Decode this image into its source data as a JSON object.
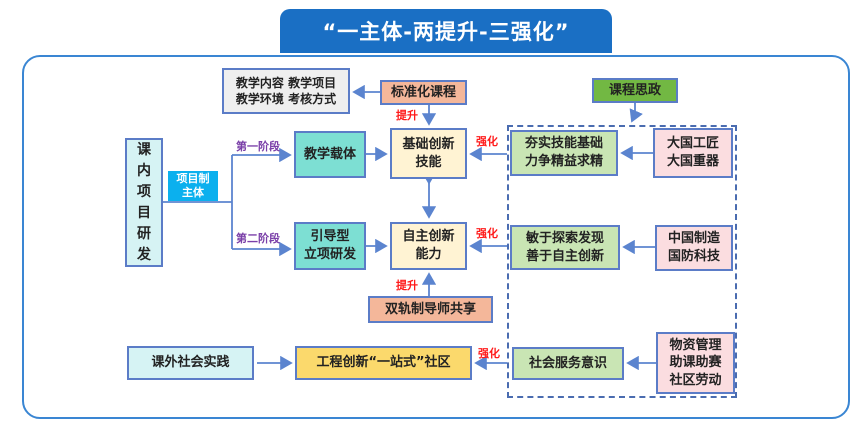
{
  "title": "“一主体-两提升-三强化”",
  "nodes": {
    "teaching_elements": "教学内容 教学项目\n教学环境 考核方式",
    "standard_course": "标准化课程",
    "ideology_course": "课程思政",
    "in_class_project": "课\n内\n项\n目\n研\n发",
    "project_subject": "项目制\n主体",
    "teaching_carrier": "教学载体",
    "guided_project": "引导型\n立项研发",
    "basic_skill": "基础创新\n技能",
    "independent_ability": "自主创新\n能力",
    "dual_mentor": "双轨制导师共享",
    "solid_skill": "夯实技能基础\n力争精益求精",
    "explore_innovate": "敏于探索发现\n善于自主创新",
    "craftsman": "大国工匠\n大国重器",
    "made_in_china": "中国制造\n国防科技",
    "social_practice": "课外社会实践",
    "one_stop_community": "工程创新“一站式”社区",
    "social_service": "社会服务意识",
    "materials_management": "物资管理\n助课助赛\n社区劳动"
  },
  "labels": {
    "stage_one": "第一阶段",
    "stage_two": "第二阶段",
    "enhance_top": "提升",
    "enhance_bottom": "提升",
    "strengthen_1": "强化",
    "strengthen_2": "强化",
    "strengthen_3": "强化"
  },
  "colors": {
    "banner": "#1a6fc4",
    "frame": "#3a86d3",
    "connector": "#5b84cf",
    "accent_red": "#ff1a1a",
    "accent_purple": "#7a3fa8"
  }
}
